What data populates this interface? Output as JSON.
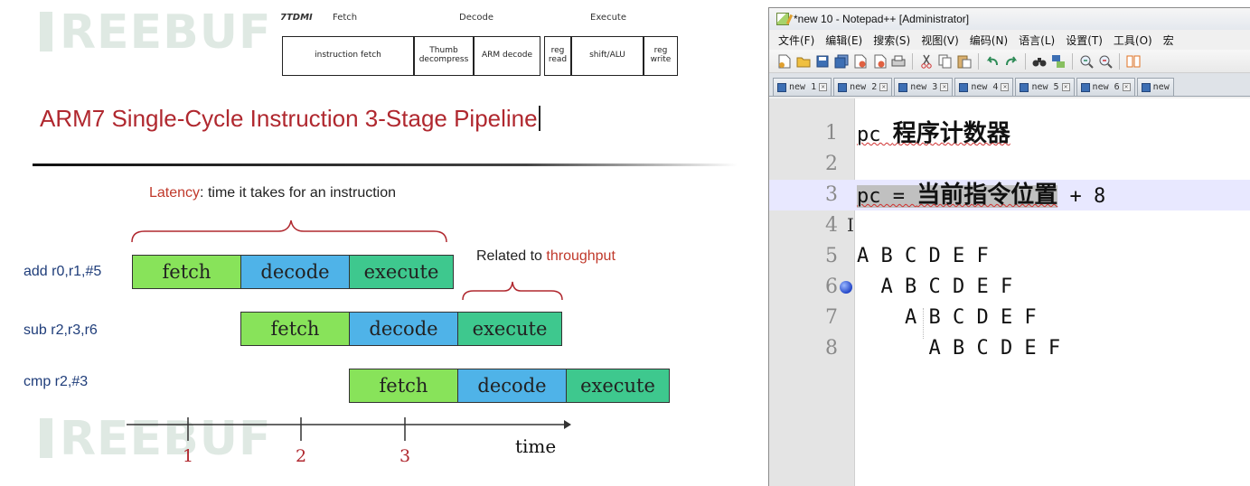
{
  "slide": {
    "watermark_text": "REEBUF",
    "small_diagram": {
      "head_core": "7TDMI",
      "head_fetch": "Fetch",
      "head_decode": "Decode",
      "head_execute": "Execute",
      "boxes": [
        {
          "label": "instruction fetch"
        },
        {
          "label": "Thumb decompress"
        },
        {
          "label": "ARM decode"
        },
        {
          "label": "reg read"
        },
        {
          "label": "shift/ALU"
        },
        {
          "label": "reg write"
        }
      ]
    },
    "title": "ARM7 Single-Cycle Instruction 3-Stage Pipeline",
    "latency_note": {
      "highlight": "Latency",
      "rest": ": time it takes for an instruction"
    },
    "throughput_note": {
      "prefix": "Related to ",
      "highlight": "throughput"
    },
    "instructions": [
      {
        "label": "add r0,r1,#5",
        "stages": [
          "fetch",
          "decode",
          "execute"
        ]
      },
      {
        "label": "sub r2,r3,r6",
        "stages": [
          "fetch",
          "decode",
          "execute"
        ]
      },
      {
        "label": "cmp r2,#3",
        "stages": [
          "fetch",
          "decode",
          "execute"
        ]
      }
    ],
    "timeline": {
      "ticks": [
        "1",
        "2",
        "3"
      ],
      "axis_label": "time"
    },
    "colors": {
      "fetch": "#88e35a",
      "decode": "#4fb3e8",
      "execute": "#3ec88e",
      "title": "#b0282f",
      "highlight": "#c0392b"
    }
  },
  "npp": {
    "title": "*new 10 - Notepad++ [Administrator]",
    "menu": [
      "文件(F)",
      "编辑(E)",
      "搜索(S)",
      "视图(V)",
      "编码(N)",
      "语言(L)",
      "设置(T)",
      "工具(O)",
      "宏"
    ],
    "toolbar_icons": [
      "new-file-icon",
      "open-file-icon",
      "save-icon",
      "save-all-icon",
      "close-icon",
      "close-all-icon",
      "print-icon",
      "cut-icon",
      "copy-icon",
      "paste-icon",
      "undo-icon",
      "redo-icon",
      "find-icon",
      "replace-icon",
      "zoom-in-icon",
      "zoom-out-icon",
      "sync-scroll-icon"
    ],
    "tabs": [
      "new 1",
      "new 2",
      "new 3",
      "new 4",
      "new 5",
      "new 6",
      "new"
    ],
    "lines": [
      {
        "num": "1",
        "text_a": "pc ",
        "text_b": "程序计数器",
        "text_c": ""
      },
      {
        "num": "2",
        "text_a": "",
        "text_b": "",
        "text_c": ""
      },
      {
        "num": "3",
        "text_a": "pc = ",
        "text_b": "当前指令位置",
        "text_c": " + 8"
      },
      {
        "num": "4",
        "text_a": "",
        "text_b": "",
        "text_c": ""
      },
      {
        "num": "5",
        "text_a": "A B C D E F",
        "text_b": "",
        "text_c": ""
      },
      {
        "num": "6",
        "text_a": "  A B C D E F",
        "text_b": "",
        "text_c": ""
      },
      {
        "num": "7",
        "text_a": "    A B C D E F",
        "text_b": "",
        "text_c": ""
      },
      {
        "num": "8",
        "text_a": "      A B C D E F",
        "text_b": "",
        "text_c": ""
      }
    ]
  }
}
